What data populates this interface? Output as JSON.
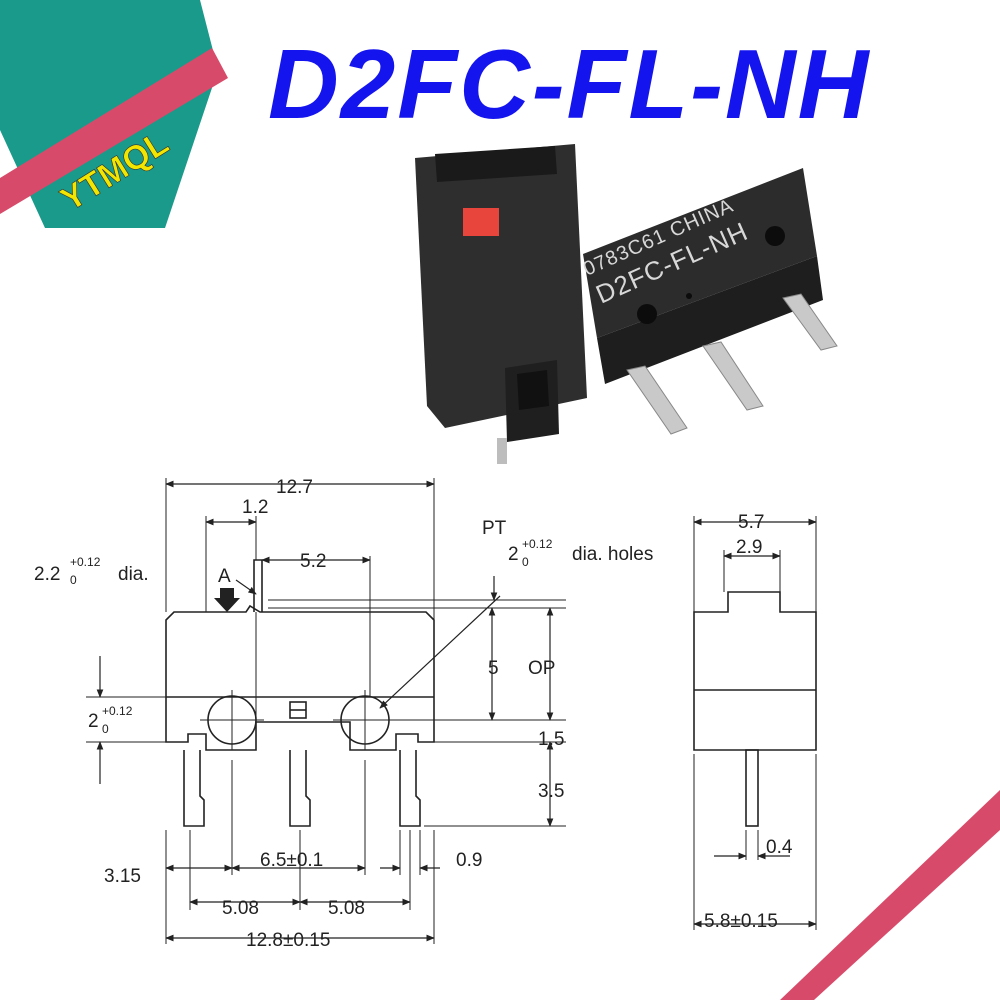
{
  "title": "D2FC-FL-NH",
  "logo": {
    "text": "YTMQL",
    "shape_color": "#1a9a8a",
    "ribbon_color": "#d84a6a"
  },
  "photo": {
    "marking_line1": "0783C61 CHINA",
    "marking_line2": "D2FC-FL-NH",
    "plunger_color": "#e8453c",
    "body_color": "#2a2a2a"
  },
  "front_view": {
    "overall_width": "12.7",
    "plunger_offset": "1.2",
    "hole_spacing_top": "5.2",
    "actuator_dia_main": "2.2",
    "actuator_dia_sup": "+0.12",
    "actuator_dia_sub": "0",
    "actuator_dia_unit": "dia.",
    "arrow_label": "A",
    "pt_label": "PT",
    "holes_dia_main": "2",
    "holes_dia_sup": "+0.12",
    "holes_dia_sub": "0",
    "holes_dia_unit": "dia. holes",
    "left_dim_main": "2",
    "left_dim_sup": "+0.12",
    "left_dim_sub": "0",
    "height_5": "5",
    "op_label": "OP",
    "dim_1_5": "1.5",
    "dim_3_5": "3.5",
    "dim_3_15": "3.15",
    "dim_6_5": "6.5±0.1",
    "dim_0_9": "0.9",
    "dim_5_08_left": "5.08",
    "dim_5_08_right": "5.08",
    "overall_width_bottom": "12.8±0.15"
  },
  "side_view": {
    "width_top": "5.7",
    "plunger_width": "2.9",
    "terminal_thickness": "0.4",
    "overall_width_bottom": "5.8±0.15"
  }
}
